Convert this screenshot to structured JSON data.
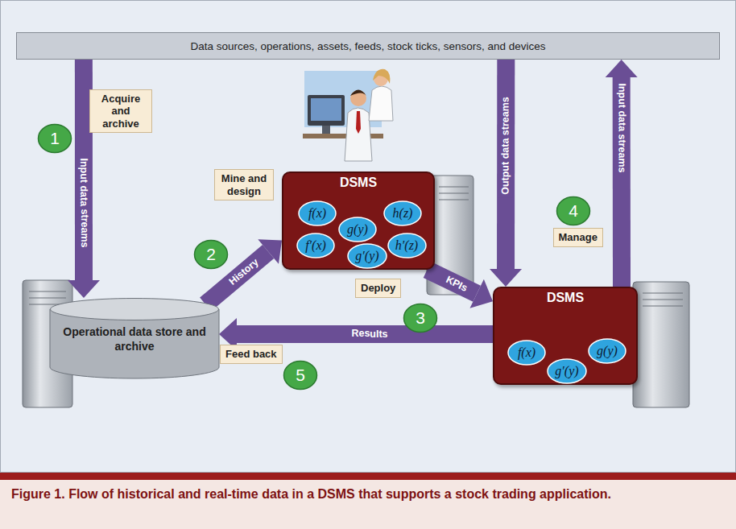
{
  "diagram": {
    "caption": "Figure 1. Flow of historical and real-time data in a DSMS that supports a stock trading application.",
    "nodes": [
      {
        "text": [
          "Data sources, operations, assets, feeds, stock ticks, sensors, and devices"
        ]
      },
      {
        "text": [
          "1"
        ]
      },
      {
        "text": [
          "Acquire and archive"
        ]
      },
      {
        "text": [
          "Mine and design"
        ]
      },
      {
        "text": [
          "2"
        ]
      },
      {
        "text": [
          "DSMS"
        ]
      },
      {
        "text": [
          "f(x)"
        ],
        "in": 5
      },
      {
        "text": [
          "g(y)"
        ],
        "in": 5
      },
      {
        "text": [
          "h(z)"
        ],
        "in": 5
      },
      {
        "text": [
          "f′(x)"
        ],
        "in": 5
      },
      {
        "text": [
          "g′(y)"
        ],
        "in": 5
      },
      {
        "text": [
          "h′(z)"
        ],
        "in": 5
      },
      {
        "text": [
          "4"
        ]
      },
      {
        "text": [
          "Manage"
        ]
      },
      {
        "text": [
          "Deploy"
        ]
      },
      {
        "text": [
          "3"
        ]
      },
      {
        "text": [
          "Operational data store and archive"
        ]
      },
      {
        "text": [
          "DSMS"
        ]
      },
      {
        "text": [
          "f(x)"
        ],
        "in": 17
      },
      {
        "text": [
          "g(y)"
        ],
        "in": 17
      },
      {
        "text": [
          "g′(y)"
        ],
        "in": 17
      },
      {
        "text": [
          "Feed back"
        ]
      },
      {
        "text": [
          "5"
        ]
      }
    ],
    "edges": [
      {
        "from": 0,
        "to": 16,
        "label": "Input data streams",
        "arrow": "to"
      },
      {
        "from": 16,
        "to": 5,
        "label": "History",
        "arrow": "to"
      },
      {
        "from": 5,
        "to": 17,
        "label": "KPIs",
        "arrow": "to"
      },
      {
        "from": 0,
        "to": 17,
        "label": "Output data streams",
        "arrow": "to"
      },
      {
        "from": 17,
        "to": 0,
        "label": "Input data streams",
        "arrow": "to"
      },
      {
        "from": 17,
        "to": 16,
        "label": "Results",
        "arrow": "to"
      }
    ]
  }
}
